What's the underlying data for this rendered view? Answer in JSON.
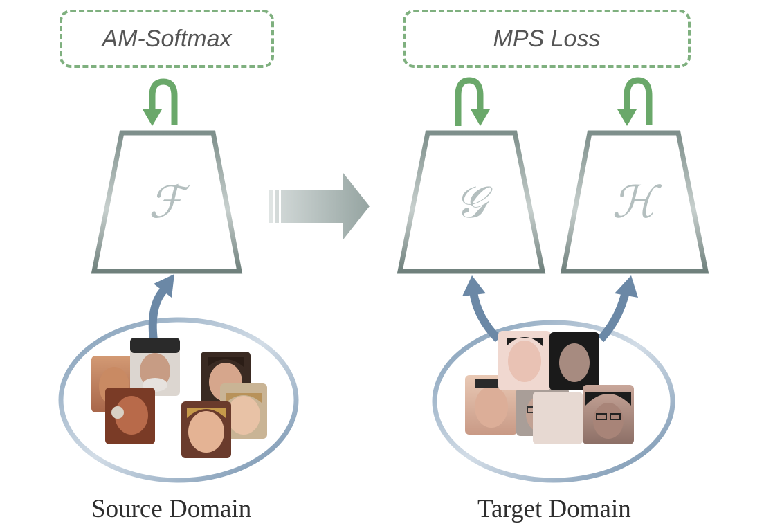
{
  "losses": {
    "source_loss": "AM-Softmax",
    "target_loss": "MPS Loss"
  },
  "networks": {
    "source_net": "ℱ",
    "target_net_g": "𝒢",
    "target_net_h": "ℋ"
  },
  "domains": {
    "source": "Source Domain",
    "target": "Target Domain"
  },
  "colors": {
    "loss_border": "#7fb07f",
    "loss_arrow": "#6aa86a",
    "network_frame": "#8a9a96",
    "input_arrow": "#6b88a6",
    "transfer_arrow": "#a7b3b1",
    "domain_ellipse": "#8aa5bd"
  }
}
